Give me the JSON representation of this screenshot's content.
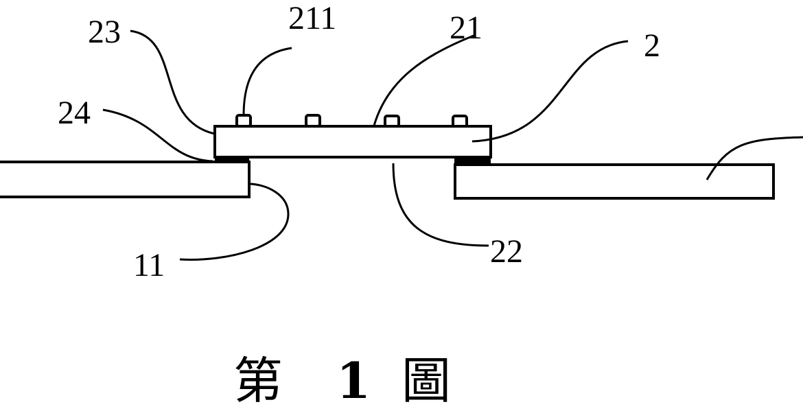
{
  "figure": {
    "caption_prefix": "第",
    "caption_number": "1",
    "caption_suffix": "圖"
  },
  "labels": {
    "body_edge": "23",
    "bump": "211",
    "top_surface": "21",
    "component": "2",
    "adhesive": "24",
    "substrate_opening_edge": "11",
    "bottom_surface": "22"
  },
  "colors": {
    "ink": "#000000",
    "background": "#ffffff"
  }
}
